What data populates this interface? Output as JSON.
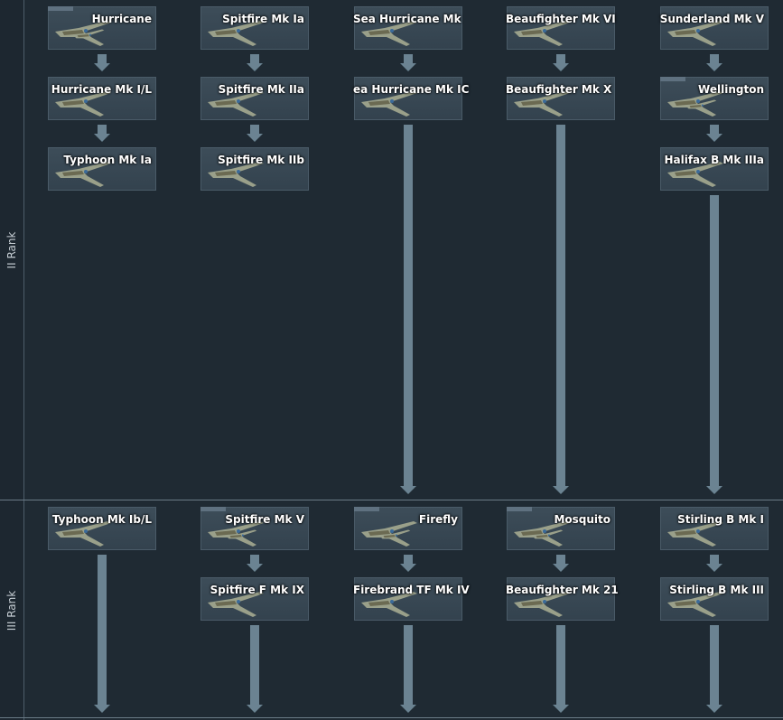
{
  "ranks": [
    {
      "label": "II Rank"
    },
    {
      "label": "III Rank"
    }
  ],
  "vehicles": {
    "hurricane": "Hurricane",
    "hurricane_mk_il": "Hurricane Mk I/L",
    "typhoon_mk_ia": "Typhoon Mk Ia",
    "spitfire_mk_ia": "Spitfire Mk Ia",
    "spitfire_mk_iia": "Spitfire Mk IIa",
    "spitfire_mk_iib": "Spitfire Mk IIb",
    "sea_hurricane_mk": "Sea Hurricane Mk",
    "sea_hurricane_mk_ic": "ea Hurricane Mk IC",
    "beaufighter_mk_vi": "Beaufighter Mk VI",
    "beaufighter_mk_x": "Beaufighter Mk X",
    "sunderland_mk_v": "Sunderland Mk V",
    "wellington": "Wellington",
    "halifax_b_mk_iiia": "Halifax B Mk IIIa",
    "typhoon_mk_ibl": "Typhoon Mk Ib/L",
    "spitfire_mk_v": "Spitfire Mk V",
    "spitfire_f_mk_ix": "Spitfire F Mk IX",
    "firefly": "Firefly",
    "firebrand_tf_mk_iv": "Firebrand TF Mk IV",
    "mosquito": "Mosquito",
    "beaufighter_mk_21": "Beaufighter Mk 21",
    "stirling_b_mk_i": "Stirling B Mk I",
    "stirling_b_mk_iii": "Stirling B Mk III"
  },
  "colors": {
    "background": "#1f2a33",
    "card": "#3a4955",
    "arrow": "#6b8392"
  }
}
